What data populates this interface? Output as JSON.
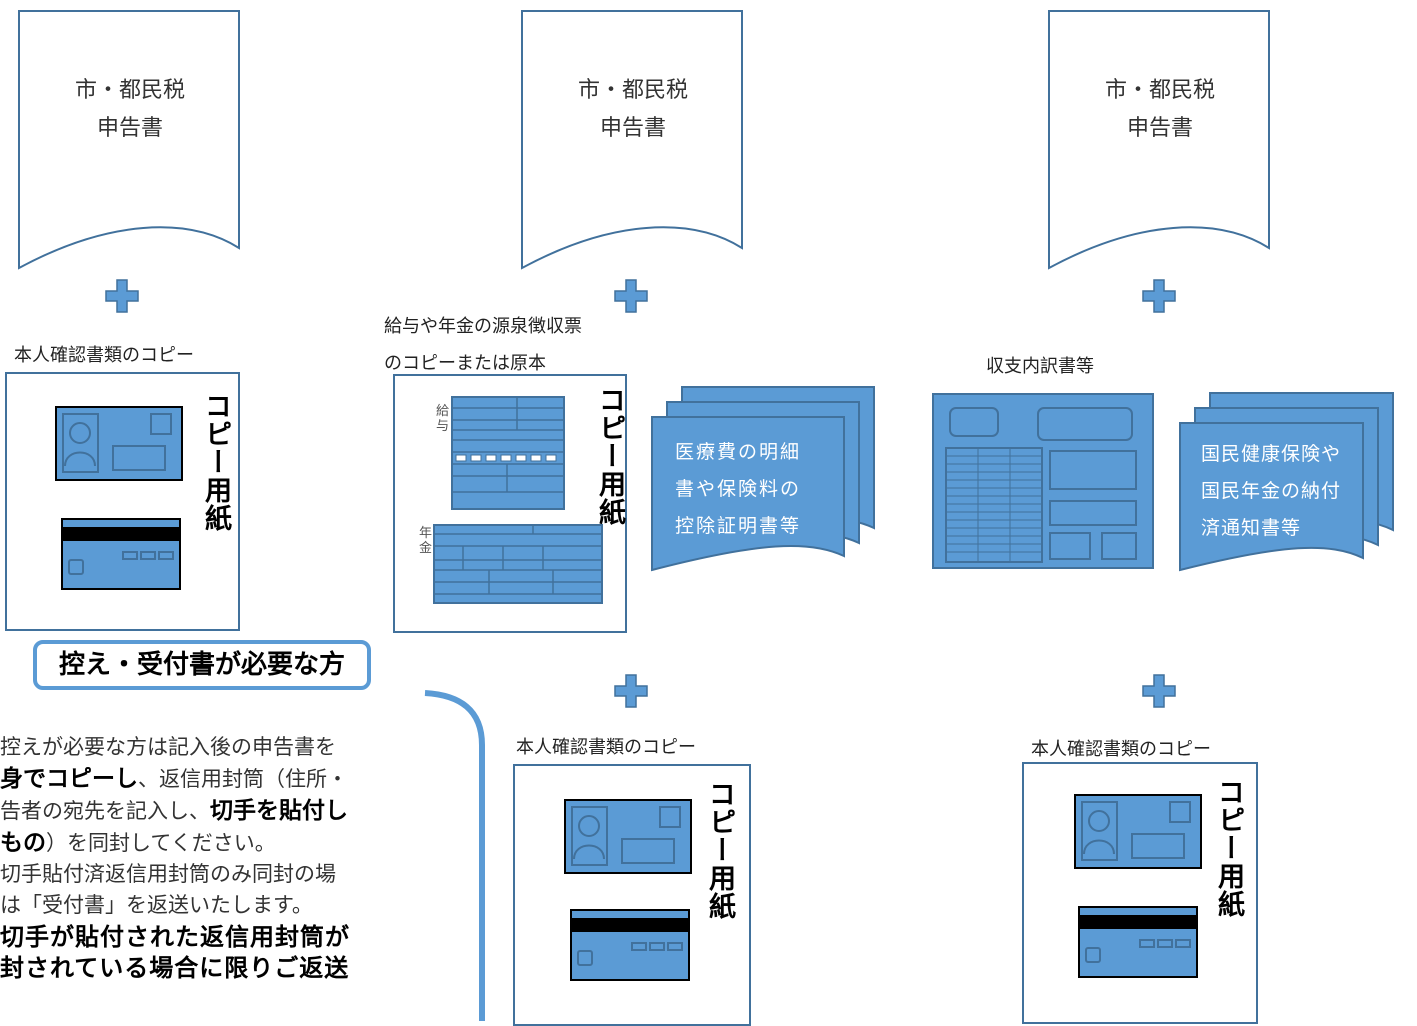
{
  "documents": {
    "tax_form_line1": "市・都民税",
    "tax_form_line2": "申告書"
  },
  "labels": {
    "id_copy": "本人確認書類のコピー",
    "withholding_line1": "給与や年金の源泉徴収票",
    "withholding_line2": "のコピーまたは原本",
    "income_expense": "収支内訳書等",
    "copy_paper": "コピー用紙",
    "salary_mark": "給与",
    "pension_mark": "年金"
  },
  "stack_docs": {
    "medical": [
      "医療費の明細",
      "書や保険料の",
      "控除証明書等"
    ],
    "insurance": [
      "国民健康保険や",
      "国民年金の納付",
      "済通知書等"
    ]
  },
  "note": {
    "title": "控え・受付書が必要な方",
    "p1_a": "控えが必要な方は記入後の申告書を",
    "p1_b_bold": "身でコピーし",
    "p1_b_rest": "、返信用封筒（住所・",
    "p1_c_a": "告者の宛先を記入し、",
    "p1_c_bold": "切手を貼付し",
    "p1_d_bold": "もの",
    "p1_d_rest": "）を同封してください。",
    "p2_a": "切手貼付済返信用封筒のみ同封の場",
    "p2_b": "は「受付書」を返送いたします。",
    "p3_a": "切手が貼付された返信用封筒が",
    "p3_b": "封されている場合に限りご返送"
  },
  "colors": {
    "fill": "#5b9bd5",
    "stroke": "#41719c",
    "plus": "#5b9bd5"
  }
}
